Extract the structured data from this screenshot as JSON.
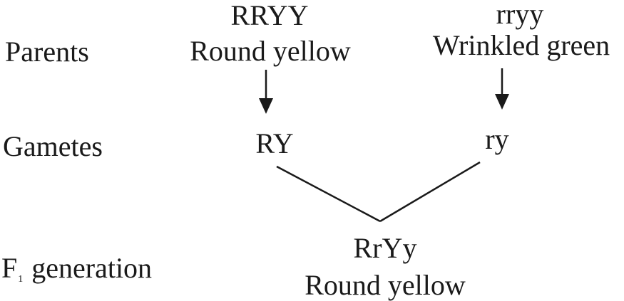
{
  "row_labels": {
    "parents": "Parents",
    "gametes": "Gametes",
    "f1_main": "F",
    "f1_sub": "1",
    "f1_rest": "generation"
  },
  "parent_left": {
    "genotype": "RRYY",
    "phenotype": "Round yellow"
  },
  "parent_right": {
    "genotype": "rryy",
    "phenotype": "Wrinkled green"
  },
  "gametes": {
    "left": "RY",
    "right": "ry"
  },
  "offspring": {
    "genotype": "RrYy",
    "phenotype": "Round yellow"
  }
}
